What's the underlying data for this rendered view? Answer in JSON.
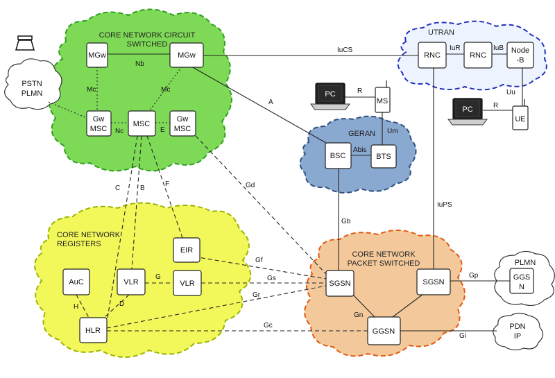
{
  "clouds": {
    "cs": {
      "title_line1": "CORE NETWORK CIRCUIT",
      "title_line2": "SWITCHED",
      "color": "#7ed957",
      "border": "#2e9e1f"
    },
    "utran": {
      "title": "UTRAN",
      "color": "#eef4ff",
      "border": "#2233bb"
    },
    "geran": {
      "title": "GERAN",
      "color": "#8aa9d0",
      "border": "#2f4f7f"
    },
    "registers": {
      "title_line1": "CORE NETWORK",
      "title_line2": "REGISTERS",
      "color": "#f2f75a",
      "border": "#9bb400"
    },
    "ps": {
      "title_line1": "CORE NETWORK",
      "title_line2": "PACKET SWITCHED",
      "color": "#f3c99b",
      "border": "#e25a10"
    },
    "pstn": {
      "line1": "PSTN",
      "line2": "PLMN"
    },
    "plmn": {
      "line1": "PLMN",
      "line2": "GGS",
      "line3": "N"
    },
    "pdn": {
      "line1": "PDN",
      "line2": "IP"
    }
  },
  "nodes": {
    "mgw1": "MGw",
    "mgw2": "MGw",
    "gwmsc1_l1": "Gw",
    "gwmsc1_l2": "MSC",
    "msc": "MSC",
    "gwmsc2_l1": "Gw",
    "gwmsc2_l2": "MSC",
    "rnc1": "RNC",
    "rnc2": "RNC",
    "nodeb_l1": "Node",
    "nodeb_l2": "-B",
    "ms": "MS",
    "ue": "UE",
    "pc1": "PC",
    "pc2": "PC",
    "bsc": "BSC",
    "bts": "BTS",
    "eir": "EIR",
    "auc": "AuC",
    "vlr1": "VLR",
    "vlr2": "VLR",
    "hlr": "HLR",
    "sgsn1": "SGSN",
    "sgsn2": "SGSN",
    "ggsn": "GGSN"
  },
  "edges": {
    "nb": "Nb",
    "mc1": "Mc",
    "mc2": "Mc",
    "nc": "Nc",
    "e": "E",
    "iucs": "IuCS",
    "iur": "IuR",
    "iub": "IuB",
    "uu": "Uu",
    "a": "A",
    "r1": "R",
    "r2": "R",
    "um": "Um",
    "abis": "Abis",
    "c": "C",
    "b": "B",
    "f": "F",
    "gd": "Gd",
    "gb": "Gb",
    "iups": "IuPS",
    "gf": "Gf",
    "g": "G",
    "gs": "Gs",
    "gr": "Gr",
    "h": "H",
    "d": "D",
    "gc": "Gc",
    "gn": "Gn",
    "gp": "Gp",
    "gi": "Gi"
  }
}
